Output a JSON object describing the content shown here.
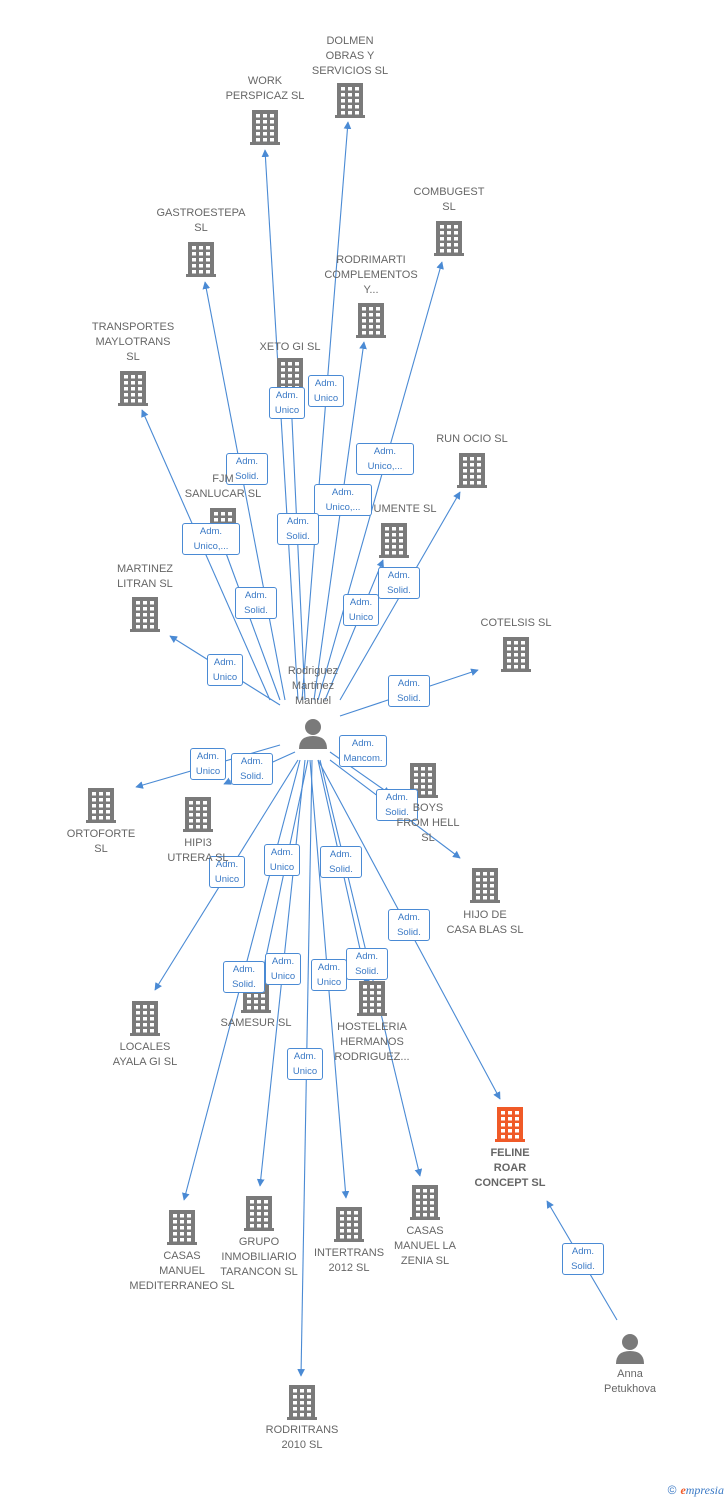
{
  "colors": {
    "edge": "#4a8ad4",
    "node": "#7a7a7a",
    "highlight": "#f05a28"
  },
  "center": "rodriguez",
  "nodes": [
    {
      "id": "rodriguez",
      "type": "person",
      "label": "Rodriguez\nMartinez\nManuel",
      "color": "#7a7a7a"
    },
    {
      "id": "dolmen",
      "type": "company",
      "label": "DOLMEN\nOBRAS Y\nSERVICIOS SL",
      "color": "#7a7a7a"
    },
    {
      "id": "work",
      "type": "company",
      "label": "WORK\nPERSPICAZ  SL",
      "color": "#7a7a7a"
    },
    {
      "id": "combugest",
      "type": "company",
      "label": "COMBUGEST\nSL",
      "color": "#7a7a7a"
    },
    {
      "id": "gastroestepa",
      "type": "company",
      "label": "GASTROESTEPA\nSL",
      "color": "#7a7a7a"
    },
    {
      "id": "rodrimarti",
      "type": "company",
      "label": "RODRIMARTI\nCOMPLEMENTOS\nY...",
      "color": "#7a7a7a"
    },
    {
      "id": "transportes",
      "type": "company",
      "label": "TRANSPORTES\nMAYLOTRANS\nSL",
      "color": "#7a7a7a"
    },
    {
      "id": "xeto",
      "type": "company",
      "label": "XETO GI SL",
      "color": "#7a7a7a"
    },
    {
      "id": "runocio",
      "type": "company",
      "label": "RUN OCIO  SL",
      "color": "#7a7a7a"
    },
    {
      "id": "fjm",
      "type": "company",
      "label": "FJM\nSANLUCAR SL",
      "color": "#7a7a7a"
    },
    {
      "id": "umente",
      "type": "company",
      "label": "UMENTE SL",
      "color": "#7a7a7a"
    },
    {
      "id": "martinez",
      "type": "company",
      "label": "MARTINEZ\nLITRAN SL",
      "color": "#7a7a7a"
    },
    {
      "id": "cotelsis",
      "type": "company",
      "label": "COTELSIS SL",
      "color": "#7a7a7a"
    },
    {
      "id": "boys",
      "type": "company",
      "label": "BOYS\nFROM HELL\nSL",
      "color": "#7a7a7a"
    },
    {
      "id": "ortoforte",
      "type": "company",
      "label": "ORTOFORTE\nSL",
      "color": "#7a7a7a"
    },
    {
      "id": "hipi3",
      "type": "company",
      "label": "HIPI3\nUTRERA SL",
      "color": "#7a7a7a"
    },
    {
      "id": "hijo",
      "type": "company",
      "label": "HIJO DE\nCASA BLAS SL",
      "color": "#7a7a7a"
    },
    {
      "id": "samesur",
      "type": "company",
      "label": "SAMESUR SL",
      "color": "#7a7a7a"
    },
    {
      "id": "hosteleria",
      "type": "company",
      "label": "HOSTELERIA\nHERMANOS\nRODRIGUEZ...",
      "color": "#7a7a7a"
    },
    {
      "id": "locales",
      "type": "company",
      "label": "LOCALES\nAYALA GI SL",
      "color": "#7a7a7a"
    },
    {
      "id": "feline",
      "type": "company",
      "label": "FELINE\nROAR\nCONCEPT  SL",
      "color": "#f05a28",
      "highlight": true
    },
    {
      "id": "casasmanuel",
      "type": "company",
      "label": "CASAS\nMANUEL\nMEDITERRANEO SL",
      "color": "#7a7a7a"
    },
    {
      "id": "grupo",
      "type": "company",
      "label": "GRUPO\nINMOBILIARIO\nTARANCON SL",
      "color": "#7a7a7a"
    },
    {
      "id": "intertrans",
      "type": "company",
      "label": "INTERTRANS\n2012 SL",
      "color": "#7a7a7a"
    },
    {
      "id": "casaszenia",
      "type": "company",
      "label": "CASAS\nMANUEL LA\nZENIA  SL",
      "color": "#7a7a7a"
    },
    {
      "id": "anna",
      "type": "person",
      "label": "Anna\nPetukhova",
      "color": "#7a7a7a"
    },
    {
      "id": "rodritrans",
      "type": "company",
      "label": "RODRITRANS\n2010 SL",
      "color": "#7a7a7a"
    }
  ],
  "edges": [
    {
      "from": "rodriguez",
      "to": "dolmen",
      "label": "Adm.\nUnico"
    },
    {
      "from": "rodriguez",
      "to": "work",
      "label": "Adm.\nUnico"
    },
    {
      "from": "rodriguez",
      "to": "combugest",
      "label": "Adm.\nUnico,..."
    },
    {
      "from": "rodriguez",
      "to": "gastroestepa",
      "label": "Adm.\nSolid."
    },
    {
      "from": "rodriguez",
      "to": "rodrimarti",
      "label": "Adm.\nUnico,..."
    },
    {
      "from": "rodriguez",
      "to": "transportes",
      "label": "Adm.\nUnico,..."
    },
    {
      "from": "rodriguez",
      "to": "xeto",
      "label": "Adm.\nSolid."
    },
    {
      "from": "rodriguez",
      "to": "runocio",
      "label": "Adm.\nSolid."
    },
    {
      "from": "rodriguez",
      "to": "fjm",
      "label": "Adm.\nSolid."
    },
    {
      "from": "rodriguez",
      "to": "umente",
      "label": "Adm.\nUnico"
    },
    {
      "from": "rodriguez",
      "to": "martinez",
      "label": "Adm.\nUnico"
    },
    {
      "from": "rodriguez",
      "to": "cotelsis",
      "label": "Adm.\nSolid."
    },
    {
      "from": "rodriguez",
      "to": "boys",
      "label": "Adm.\nMancom."
    },
    {
      "from": "rodriguez",
      "to": "ortoforte",
      "label": "Adm.\nUnico"
    },
    {
      "from": "rodriguez",
      "to": "hipi3",
      "label": "Adm.\nSolid."
    },
    {
      "from": "rodriguez",
      "to": "hijo",
      "label": "Adm.\nSolid."
    },
    {
      "from": "rodriguez",
      "to": "samesur",
      "label": "Adm.\nUnico"
    },
    {
      "from": "rodriguez",
      "to": "hosteleria",
      "label": "Adm.\nSolid."
    },
    {
      "from": "rodriguez",
      "to": "locales",
      "label": "Adm.\nUnico"
    },
    {
      "from": "rodriguez",
      "to": "feline",
      "label": "Adm.\nSolid."
    },
    {
      "from": "rodriguez",
      "to": "casasmanuel",
      "label": "Adm.\nSolid."
    },
    {
      "from": "rodriguez",
      "to": "grupo",
      "label": "Adm.\nUnico"
    },
    {
      "from": "rodriguez",
      "to": "intertrans",
      "label": "Adm.\nUnico"
    },
    {
      "from": "rodriguez",
      "to": "casaszenia",
      "label": "Adm.\nSolid."
    },
    {
      "from": "rodriguez",
      "to": "rodritrans",
      "label": "Adm.\nUnico"
    },
    {
      "from": "anna",
      "to": "feline",
      "label": "Adm.\nSolid."
    }
  ],
  "footer": {
    "copyright": "©",
    "brand_initial": "e",
    "brand_rest": "mpresia"
  }
}
